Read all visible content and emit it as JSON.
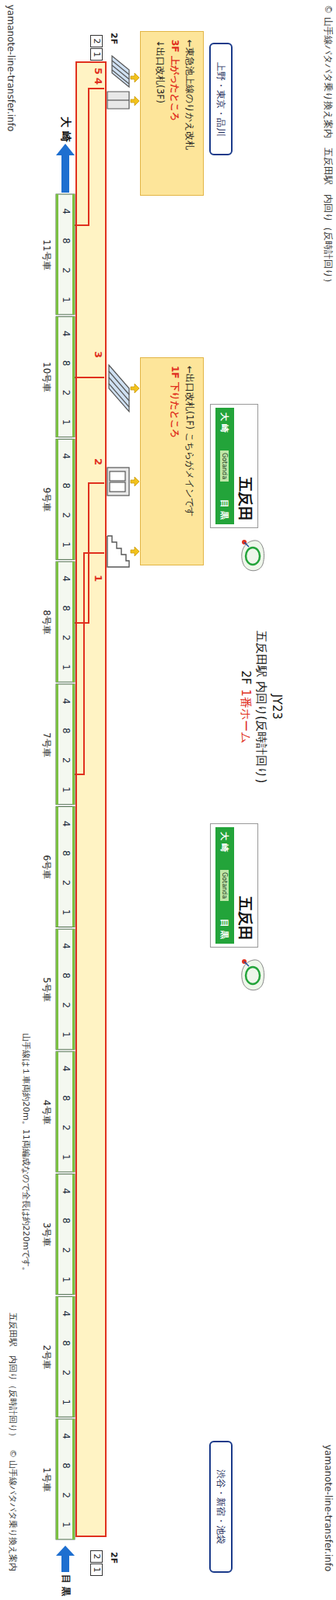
{
  "diagram": {
    "title": "五反田駅 内回り(反時計回り)",
    "nodes": [
      {
        "text": [
          "←東急池上線のりかえ改札",
          "3F 上がったところ",
          "↓出口改札(3F)"
        ]
      },
      {
        "text": [
          "上野・東京・品川"
        ]
      },
      {
        "text": [
          "←出口改札(1F) こちらがメインです",
          "1F 下りたところ"
        ]
      },
      {
        "text": [
          "五反田",
          "大 崎",
          "Gotanda",
          "目 黒"
        ]
      },
      {
        "text": [
          "五反田",
          "大 崎",
          "Gotanda",
          "目 黒"
        ]
      },
      {
        "text": [
          "渋谷・新宿・池袋"
        ]
      }
    ],
    "labels": [
      "© 山手線パタパタ乗り換え案内　五反田駅　内回り（反時計回り）",
      "yamanote-line-transfer.info",
      "yamanote-line-transfer.info",
      "五反田駅　内回り（反時計回り）　© 山手線パタパタ乗り換え案内",
      "山手線は１車両約20m。11両編成なので全長は約220mです。",
      "JY23",
      "2F",
      "1番ホーム",
      "2F",
      "2",
      "1",
      "2F",
      "2",
      "1",
      "大 崎",
      "目 黒",
      "5",
      "4",
      "3",
      "2",
      "1",
      "11号車",
      "10号車",
      "9号車",
      "8号車",
      "7号車",
      "6号車",
      "5号車",
      "4号車",
      "3号車",
      "2号車",
      "1号車",
      "4",
      "8",
      "2",
      "1",
      "4",
      "8",
      "2",
      "1",
      "4",
      "8",
      "2",
      "1",
      "4",
      "8",
      "2",
      "1",
      "4",
      "8",
      "2",
      "1",
      "4",
      "8",
      "2",
      "1",
      "4",
      "8",
      "2",
      "1",
      "4",
      "8",
      "2",
      "1",
      "4",
      "8",
      "2",
      "1",
      "4",
      "8",
      "2",
      "1",
      "4",
      "8",
      "2",
      "1"
    ]
  }
}
